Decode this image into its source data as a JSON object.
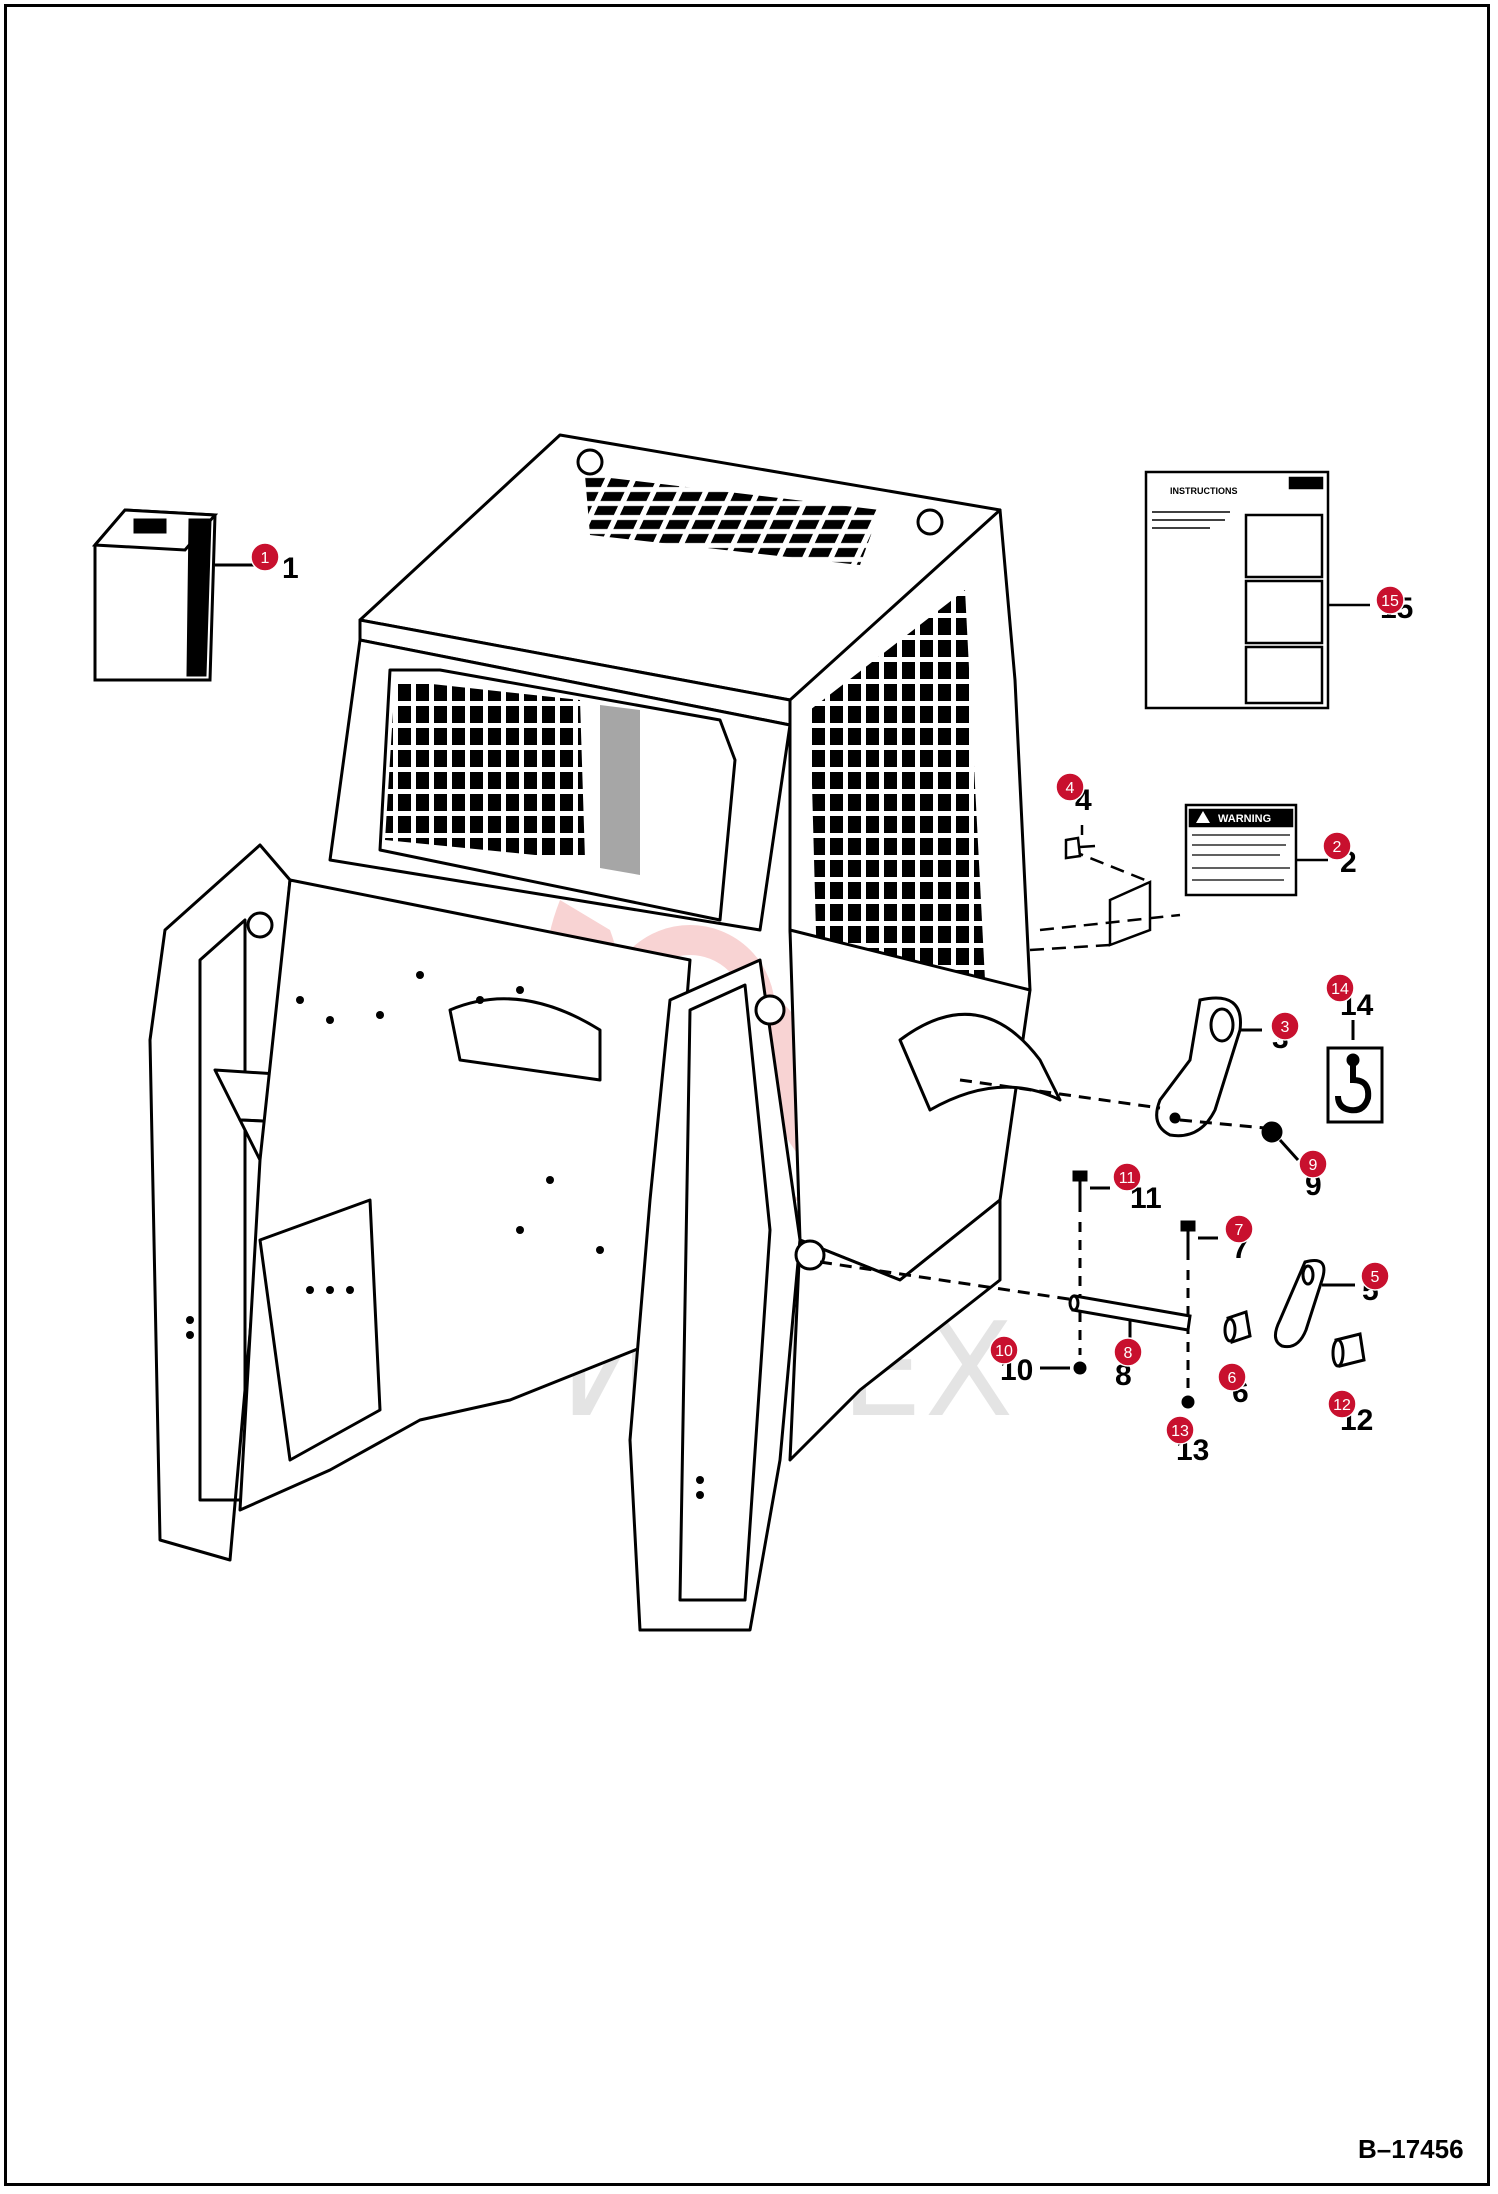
{
  "drawing_ref": "B–17456",
  "watermark_text": "ИНТЕХ",
  "accent_color": "#c8102e",
  "decal_warning_title": "WARNING",
  "decal_instructions_title": "INSTRUCTIONS",
  "parts": [
    {
      "num": "1",
      "label": "1"
    },
    {
      "num": "2",
      "label": "2"
    },
    {
      "num": "3",
      "label": "3"
    },
    {
      "num": "4",
      "label": "4"
    },
    {
      "num": "5",
      "label": "5"
    },
    {
      "num": "6",
      "label": "6"
    },
    {
      "num": "7",
      "label": "7"
    },
    {
      "num": "8",
      "label": "8"
    },
    {
      "num": "9",
      "label": "9"
    },
    {
      "num": "10",
      "label": "10"
    },
    {
      "num": "11",
      "label": "11"
    },
    {
      "num": "12",
      "label": "12"
    },
    {
      "num": "13",
      "label": "13"
    },
    {
      "num": "14",
      "label": "14"
    },
    {
      "num": "15",
      "label": "15"
    }
  ]
}
